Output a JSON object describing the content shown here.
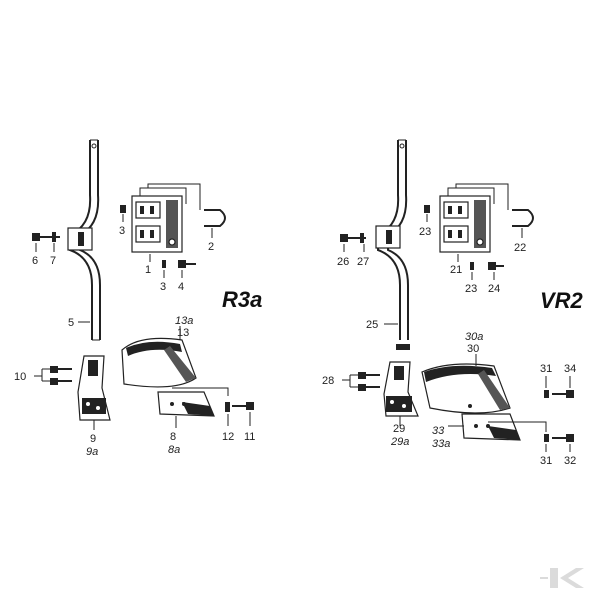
{
  "models": {
    "left": {
      "name": "R3a"
    },
    "right": {
      "name": "VR2"
    }
  },
  "labels": {
    "left": [
      "6",
      "7",
      "3",
      "1",
      "3",
      "4",
      "2",
      "5",
      "13a",
      "13",
      "10",
      "9",
      "9a",
      "8",
      "8a",
      "12",
      "11"
    ],
    "right": [
      "26",
      "27",
      "23",
      "21",
      "23",
      "24",
      "22",
      "25",
      "30a",
      "30",
      "28",
      "29",
      "29a",
      "33",
      "33a",
      "31",
      "34",
      "31",
      "32"
    ]
  },
  "watermark": {
    "icon": "k-logo-icon"
  }
}
